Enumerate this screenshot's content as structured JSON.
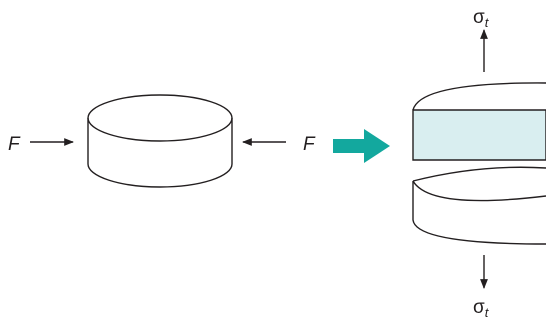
{
  "labels": {
    "force_left": "F",
    "force_right": "F",
    "stress_top_symbol": "σ",
    "stress_top_subscript": "t",
    "stress_bottom_symbol": "σ",
    "stress_bottom_subscript": "t"
  },
  "colors": {
    "outline": "#231f20",
    "arrow_transition": "#13a89e",
    "stress_band_fill": "#d9eef0"
  }
}
